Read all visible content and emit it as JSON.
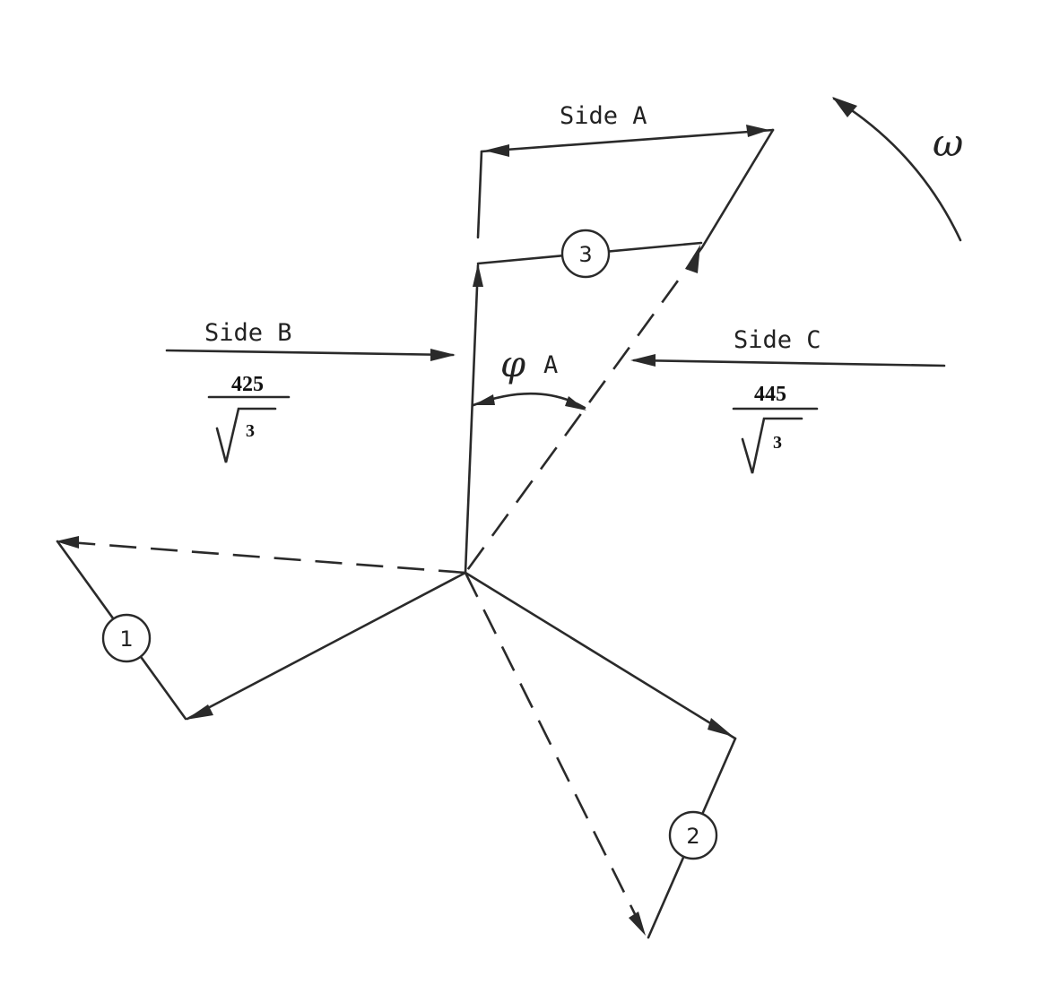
{
  "labels": {
    "side_a": "Side A",
    "side_b": "Side B",
    "side_c": "Side C",
    "omega": "ω",
    "phi": "φ",
    "phi_sub": "A"
  },
  "side_b_value": {
    "numerator": "425",
    "root": "3"
  },
  "side_c_value": {
    "numerator": "445",
    "root": "3"
  },
  "phasors": [
    "1",
    "2",
    "3"
  ]
}
